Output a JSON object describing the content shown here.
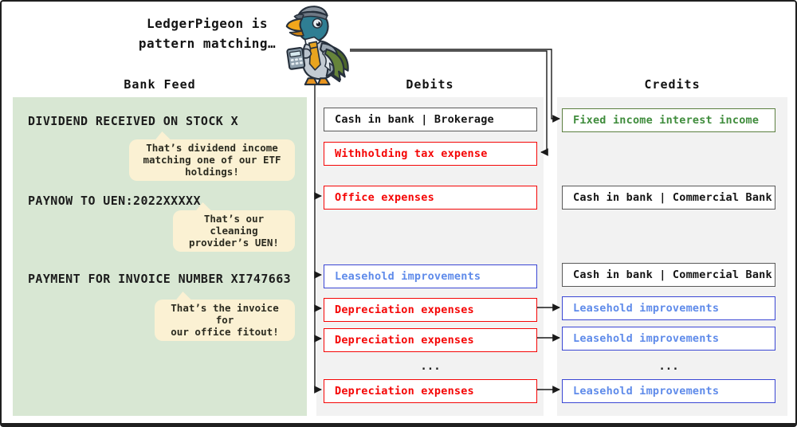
{
  "title": {
    "text": "LedgerPigeon is\npattern matching…"
  },
  "mascot": {
    "name": "ledger-pigeon",
    "description": "cartoon pigeon with flat cap, tie, holding a calculator"
  },
  "bank_feed": {
    "header": "Bank Feed",
    "entries": [
      {
        "transaction": "DIVIDEND RECEIVED ON STOCK X",
        "note": "That’s dividend income\nmatching one of our ETF\nholdings!"
      },
      {
        "transaction": "PAYNOW TO UEN:2022XXXXX",
        "note": "That’s our cleaning\nprovider’s UEN!"
      },
      {
        "transaction": "PAYMENT FOR INVOICE NUMBER XI747663",
        "note": "That’s the invoice for\nour office fitout!"
      }
    ]
  },
  "debits": {
    "header": "Debits",
    "ellipsis": "...",
    "boxes": [
      {
        "label": "Cash in bank | Brokerage",
        "color": "black"
      },
      {
        "label": "Withholding tax expense",
        "color": "red"
      },
      {
        "label": "Office expenses",
        "color": "red"
      },
      {
        "label": "Leasehold improvements",
        "color": "blue"
      },
      {
        "label": "Depreciation expenses",
        "color": "red"
      },
      {
        "label": "Depreciation expenses",
        "color": "red"
      },
      {
        "label": "Depreciation expenses",
        "color": "red"
      }
    ]
  },
  "credits": {
    "header": "Credits",
    "ellipsis": "...",
    "boxes": [
      {
        "label": "Fixed income interest income",
        "color": "green"
      },
      {
        "label": "Cash in bank | Commercial Bank",
        "color": "black"
      },
      {
        "label": "Cash in bank | Commercial Bank",
        "color": "black"
      },
      {
        "label": "Leasehold improvements",
        "color": "blue"
      },
      {
        "label": "Leasehold improvements",
        "color": "blue"
      },
      {
        "label": "Leasehold improvements",
        "color": "blue"
      }
    ]
  },
  "colors": {
    "bank_feed_panel": "#d8e7d3",
    "ledger_panel": "#f2f2f2",
    "note_bubble": "#fbf1d3",
    "expense_red": "#f50505",
    "asset_blue_border": "#3a46d4",
    "asset_blue_text": "#5f8bea",
    "income_green_border": "#5c8040",
    "income_green_text": "#3f8c3c",
    "neutral_border": "#595959",
    "connector": "#1a1a1a"
  }
}
